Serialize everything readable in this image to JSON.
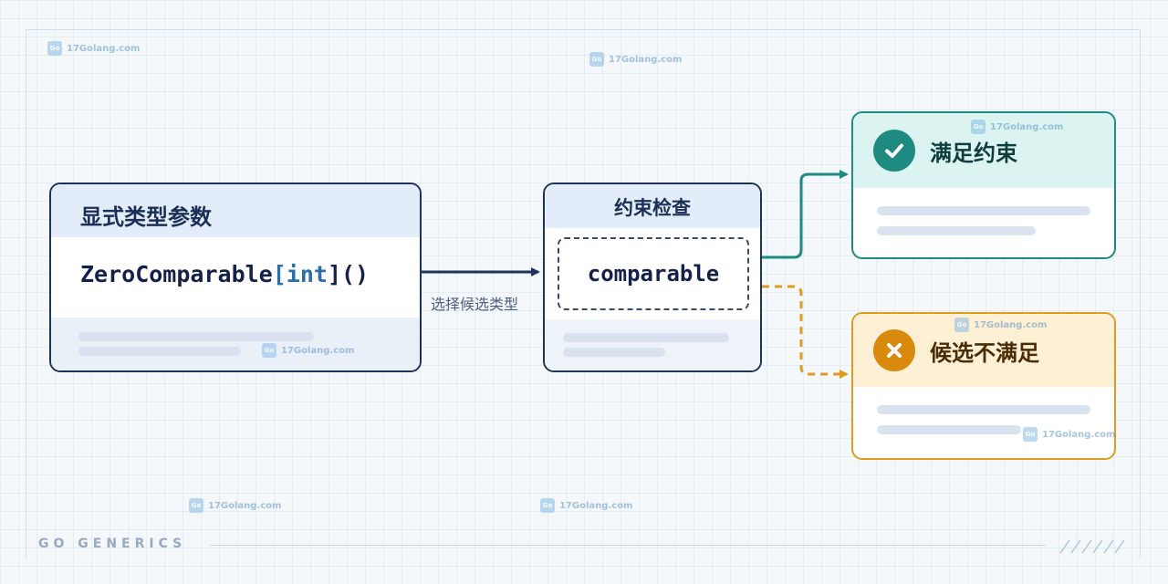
{
  "explicit_box": {
    "title": "显式类型参数",
    "code_name": "ZeroComparable",
    "code_open": "[",
    "code_type": "int",
    "code_close": "]()"
  },
  "edge_label": "选择候选类型",
  "check_box": {
    "title": "约束检查",
    "constraint": "comparable"
  },
  "result_ok": {
    "title": "满足约束",
    "icon": "check-icon"
  },
  "result_fail": {
    "title": "候选不满足",
    "icon": "cross-icon"
  },
  "watermark": "17Golang.com",
  "footer": {
    "brand": "GO GENERICS"
  },
  "colors": {
    "navy": "#1e3358",
    "teal": "#1f8a80",
    "amber": "#de9c1f"
  }
}
